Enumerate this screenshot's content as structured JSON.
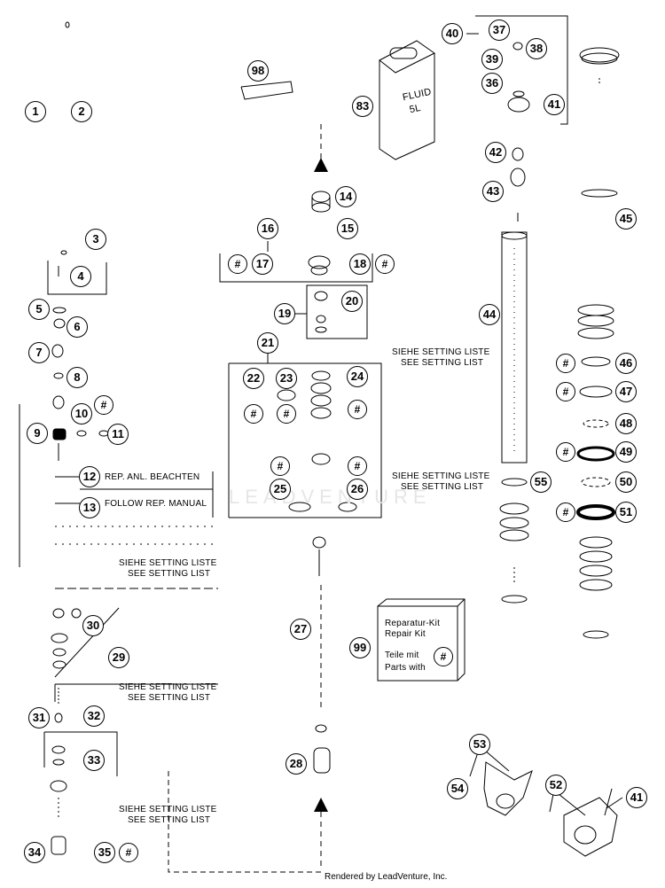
{
  "callouts": {
    "c1": "1",
    "c2": "2",
    "c3": "3",
    "c4": "4",
    "c5": "5",
    "c6": "6",
    "c7": "7",
    "c8": "8",
    "c9": "9",
    "c10": "10",
    "c11": "11",
    "c12": "12",
    "c13": "13",
    "c14": "14",
    "c15": "15",
    "c16": "16",
    "c17": "17",
    "c18": "18",
    "c19": "19",
    "c20": "20",
    "c21": "21",
    "c22": "22",
    "c23": "23",
    "c24": "24",
    "c25": "25",
    "c26": "26",
    "c27": "27",
    "c28": "28",
    "c29": "29",
    "c30": "30",
    "c31": "31",
    "c32": "32",
    "c33": "33",
    "c34": "34",
    "c35": "35",
    "c36": "36",
    "c37": "37",
    "c38": "38",
    "c39": "39",
    "c40": "40",
    "c41": "41",
    "c41b": "41",
    "c42": "42",
    "c43": "43",
    "c44": "44",
    "c45": "45",
    "c46": "46",
    "c47": "47",
    "c48": "48",
    "c49": "49",
    "c50": "50",
    "c51": "51",
    "c52": "52",
    "c53": "53",
    "c54": "54",
    "c55": "55",
    "c83": "83",
    "c98": "98",
    "c99": "99"
  },
  "hash_symbol": "#",
  "notes": {
    "rep_anl": "REP. ANL. BEACHTEN",
    "follow_rep": "FOLLOW REP. MANUAL",
    "siehe": "SIEHE SETTING LISTE",
    "see": "SEE SETTING LIST"
  },
  "repair_box": {
    "line1": "Reparatur-Kit",
    "line2": "Repair Kit",
    "line3": "Teile mit",
    "line4": "Parts with"
  },
  "fluid_label": {
    "line1": "FLUID",
    "line2": "5L"
  },
  "watermark": "LEADVENTURE",
  "credit": "Rendered by LeadVenture, Inc."
}
